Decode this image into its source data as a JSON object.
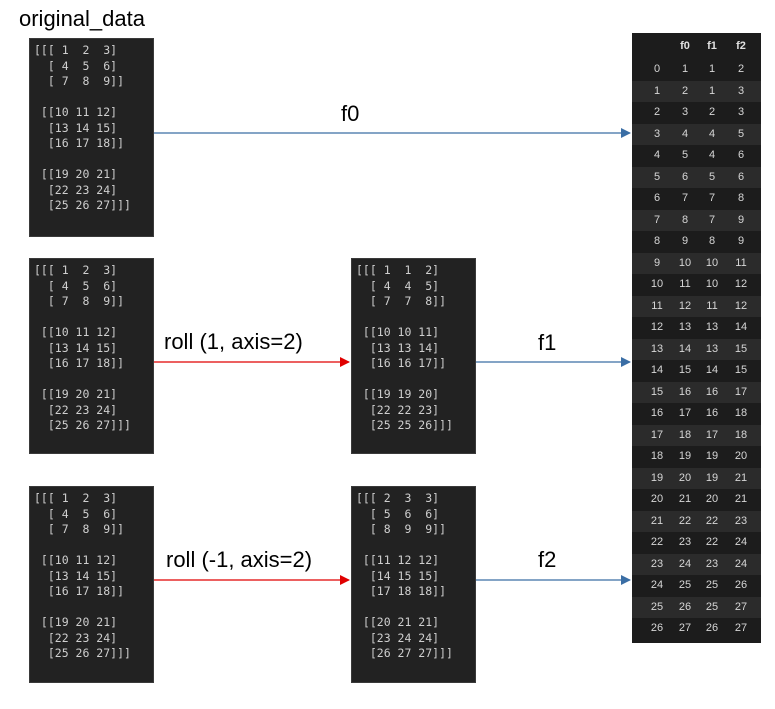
{
  "title": "original_data",
  "blocks": {
    "orig1": "[[[ 1  2  3]\n  [ 4  5  6]\n  [ 7  8  9]]\n\n [[10 11 12]\n  [13 14 15]\n  [16 17 18]]\n\n [[19 20 21]\n  [22 23 24]\n  [25 26 27]]]",
    "orig2": "[[[ 1  2  3]\n  [ 4  5  6]\n  [ 7  8  9]]\n\n [[10 11 12]\n  [13 14 15]\n  [16 17 18]]\n\n [[19 20 21]\n  [22 23 24]\n  [25 26 27]]]",
    "orig3": "[[[ 1  2  3]\n  [ 4  5  6]\n  [ 7  8  9]]\n\n [[10 11 12]\n  [13 14 15]\n  [16 17 18]]\n\n [[19 20 21]\n  [22 23 24]\n  [25 26 27]]]",
    "rolled1": "[[[ 1  1  2]\n  [ 4  4  5]\n  [ 7  7  8]]\n\n [[10 10 11]\n  [13 13 14]\n  [16 16 17]]\n\n [[19 19 20]\n  [22 22 23]\n  [25 25 26]]]",
    "rolled2": "[[[ 2  3  3]\n  [ 5  6  6]\n  [ 8  9  9]]\n\n [[11 12 12]\n  [14 15 15]\n  [17 18 18]]\n\n [[20 21 21]\n  [23 24 24]\n  [26 27 27]]]"
  },
  "arrows": {
    "f0": "f0",
    "roll1": "roll (1, axis=2)",
    "f1": "f1",
    "roll2": "roll (-1, axis=2)",
    "f2": "f2"
  },
  "colors": {
    "blue_arrow": "#3a6ea5",
    "red_arrow": "#e00000"
  },
  "table": {
    "columns": [
      "",
      "f0",
      "f1",
      "f2"
    ],
    "rows": [
      [
        "0",
        "1",
        "1",
        "2"
      ],
      [
        "1",
        "2",
        "1",
        "3"
      ],
      [
        "2",
        "3",
        "2",
        "3"
      ],
      [
        "3",
        "4",
        "4",
        "5"
      ],
      [
        "4",
        "5",
        "4",
        "6"
      ],
      [
        "5",
        "6",
        "5",
        "6"
      ],
      [
        "6",
        "7",
        "7",
        "8"
      ],
      [
        "7",
        "8",
        "7",
        "9"
      ],
      [
        "8",
        "9",
        "8",
        "9"
      ],
      [
        "9",
        "10",
        "10",
        "11"
      ],
      [
        "10",
        "11",
        "10",
        "12"
      ],
      [
        "11",
        "12",
        "11",
        "12"
      ],
      [
        "12",
        "13",
        "13",
        "14"
      ],
      [
        "13",
        "14",
        "13",
        "15"
      ],
      [
        "14",
        "15",
        "14",
        "15"
      ],
      [
        "15",
        "16",
        "16",
        "17"
      ],
      [
        "16",
        "17",
        "16",
        "18"
      ],
      [
        "17",
        "18",
        "17",
        "18"
      ],
      [
        "18",
        "19",
        "19",
        "20"
      ],
      [
        "19",
        "20",
        "19",
        "21"
      ],
      [
        "20",
        "21",
        "20",
        "21"
      ],
      [
        "21",
        "22",
        "22",
        "23"
      ],
      [
        "22",
        "23",
        "22",
        "24"
      ],
      [
        "23",
        "24",
        "23",
        "24"
      ],
      [
        "24",
        "25",
        "25",
        "26"
      ],
      [
        "25",
        "26",
        "25",
        "27"
      ],
      [
        "26",
        "27",
        "26",
        "27"
      ]
    ]
  }
}
